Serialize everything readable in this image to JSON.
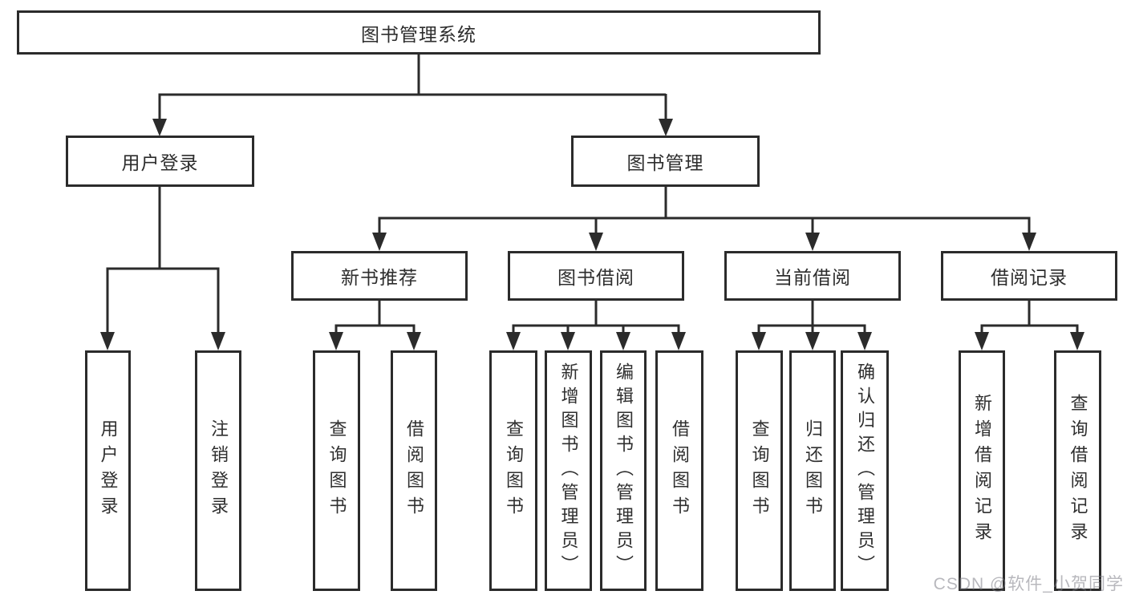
{
  "title": "图书管理系统",
  "level2": [
    {
      "label": "用户登录",
      "parent": "图书管理系统"
    },
    {
      "label": "图书管理",
      "parent": "图书管理系统"
    }
  ],
  "level3": [
    {
      "label": "新书推荐",
      "parent": "图书管理"
    },
    {
      "label": "图书借阅",
      "parent": "图书管理"
    },
    {
      "label": "当前借阅",
      "parent": "图书管理"
    },
    {
      "label": "借阅记录",
      "parent": "图书管理"
    }
  ],
  "leaves": [
    {
      "label": "用户登录",
      "parent": "用户登录"
    },
    {
      "label": "注销登录",
      "parent": "用户登录"
    },
    {
      "label": "查询图书",
      "parent": "新书推荐"
    },
    {
      "label": "借阅图书",
      "parent": "新书推荐"
    },
    {
      "label": "查询图书",
      "parent": "图书借阅"
    },
    {
      "label": "新增图书（管理员）",
      "parent": "图书借阅"
    },
    {
      "label": "编辑图书（管理员）",
      "parent": "图书借阅"
    },
    {
      "label": "借阅图书",
      "parent": "图书借阅"
    },
    {
      "label": "查询图书",
      "parent": "当前借阅"
    },
    {
      "label": "归还图书",
      "parent": "当前借阅"
    },
    {
      "label": "确认归还（管理员）",
      "parent": "当前借阅"
    },
    {
      "label": "新增借阅记录",
      "parent": "借阅记录"
    },
    {
      "label": "查询借阅记录",
      "parent": "借阅记录"
    }
  ],
  "watermark": "CSDN @软件_小贺同学",
  "colors": {
    "line": "#2b2b2b",
    "box_border": "#2b2b2b",
    "box_fill": "#ffffff",
    "text": "#2f2f2f",
    "watermark_gray": "#7d7d87"
  }
}
